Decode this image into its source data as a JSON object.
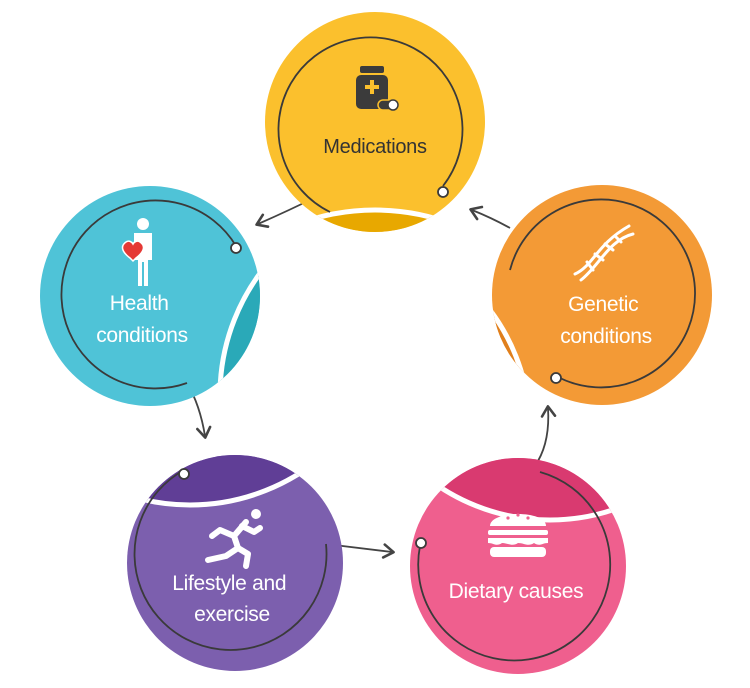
{
  "colors": {
    "medications": "#FBC02D",
    "medications_accent": "#E8A800",
    "genetic": "#F39A36",
    "genetic_accent": "#E07F1C",
    "dietary": "#EF5F8E",
    "dietary_accent": "#D93A70",
    "lifestyle": "#7C5FAE",
    "lifestyle_accent": "#603E96",
    "health": "#4FC3D7",
    "health_accent": "#2AA9B8",
    "line": "#3a3a3a",
    "arrow": "#444444"
  },
  "nodes": [
    {
      "id": "medications",
      "icon": "medicine-bottle-icon",
      "lines": [
        "Medications"
      ]
    },
    {
      "id": "genetic",
      "icon": "dna-icon",
      "lines": [
        "Genetic",
        "conditions"
      ]
    },
    {
      "id": "dietary",
      "icon": "burger-icon",
      "lines": [
        "Dietary causes"
      ]
    },
    {
      "id": "lifestyle",
      "icon": "runner-icon",
      "lines": [
        "Lifestyle and",
        "exercise"
      ]
    },
    {
      "id": "health",
      "icon": "person-heart-icon",
      "lines": [
        "Health",
        "conditions"
      ]
    }
  ]
}
